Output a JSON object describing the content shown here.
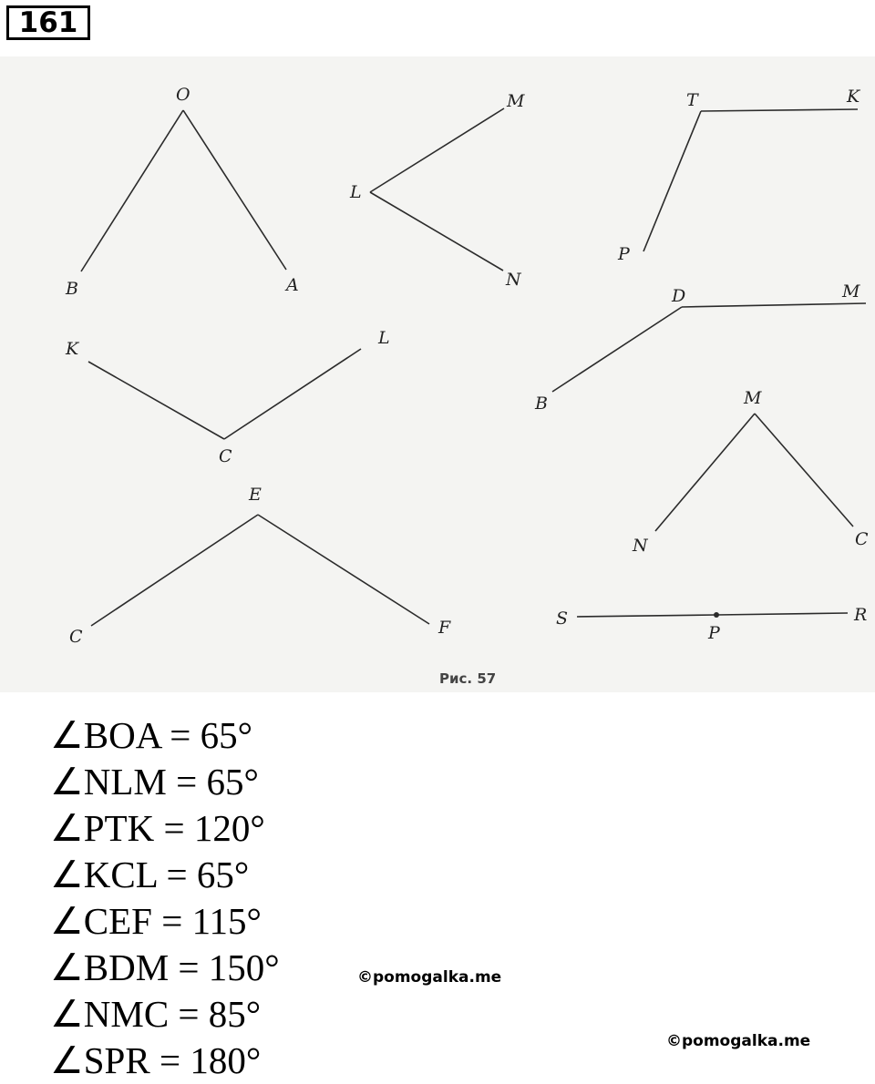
{
  "task_number": "161",
  "figure": {
    "caption": "Рис. 57",
    "labels": {
      "boa": [
        "O",
        "B",
        "A"
      ],
      "nlm": [
        "M",
        "L",
        "N"
      ],
      "ptk": [
        "T",
        "K",
        "P"
      ],
      "kcl": [
        "K",
        "L",
        "C"
      ],
      "bdm": [
        "D",
        "M",
        "B"
      ],
      "nmc": [
        "M",
        "N",
        "C"
      ],
      "cef": [
        "E",
        "C",
        "F"
      ],
      "spr": [
        "S",
        "R",
        "P"
      ]
    }
  },
  "answers": [
    "∠BOA = 65°",
    "∠NLM = 65°",
    "∠PTK = 120°",
    "∠KCL = 65°",
    "∠CEF = 115°",
    "∠BDM = 150°",
    "∠NMC = 85°",
    "∠SPR = 180°"
  ],
  "watermarks": [
    "©pomogalka.me",
    "©pomogalka.me"
  ]
}
